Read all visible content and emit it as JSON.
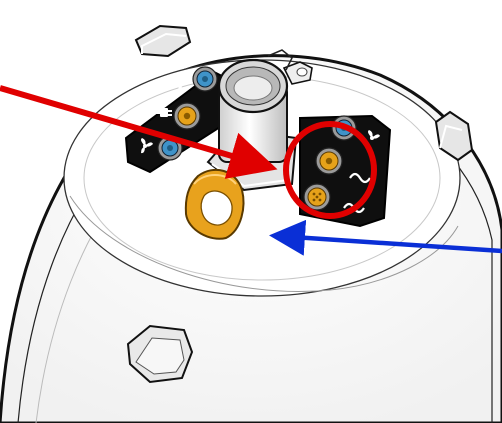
{
  "diagram": {
    "colors": {
      "background": "#ffffff",
      "outline": "#111111",
      "dome_fill": "#ffffff",
      "dome_shade": "#ededed",
      "metal": "#d7d7d7",
      "metal_dark": "#9a9a9a",
      "panel": "#0f0f0f",
      "port_blue": "#3f93c9",
      "port_orange": "#e6a21a",
      "port_ring": "#9b9b9b",
      "handle_orange": "#e8a21d",
      "callout_red": "#e00000",
      "callout_blue": "#0a2fd6"
    },
    "icons": {
      "fan_symbol": "fan-icon",
      "plug_symbol": "plug-icon",
      "wave_symbol": "wave-icon"
    },
    "callouts": [
      {
        "name": "red-arrow",
        "color": "#e00000",
        "target": "center-post-base"
      },
      {
        "name": "red-circle",
        "color": "#e00000",
        "target": "right-connector-group"
      },
      {
        "name": "blue-arrow",
        "color": "#0a2fd6",
        "target": "inner-dome-surface"
      }
    ]
  }
}
